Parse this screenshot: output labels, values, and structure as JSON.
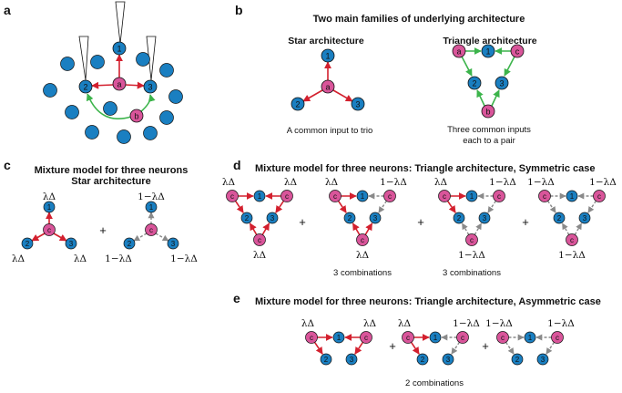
{
  "panels": {
    "a": {
      "label": "a",
      "nodes": {
        "n1": "1",
        "n2": "2",
        "n3": "3",
        "a": "a",
        "b": "b"
      }
    },
    "b": {
      "label": "b",
      "title": "Two main families of underlying architecture",
      "star": {
        "subtitle": "Star architecture",
        "caption": "A common input to trio",
        "nodes": {
          "n1": "1",
          "n2": "2",
          "n3": "3",
          "a": "a"
        }
      },
      "triangle": {
        "subtitle": "Triangle architecture",
        "caption_line1": "Three common inputs",
        "caption_line2": "each to a pair",
        "nodes": {
          "a": "a",
          "b": "b",
          "c": "c",
          "n1": "1",
          "n2": "2",
          "n3": "3"
        }
      }
    },
    "c": {
      "label": "c",
      "title_line1": "Mixture model for three neurons",
      "title_line2": "Star architecture",
      "plus": "+",
      "weights": {
        "on": "λΔ",
        "off": "1−λΔ"
      },
      "nodes": {
        "n1": "1",
        "n2": "2",
        "n3": "3",
        "c": "c"
      }
    },
    "d": {
      "label": "d",
      "title": "Mixture model for three neurons: Triangle architecture, Symmetric case",
      "plus": "+",
      "weights": {
        "on": "λΔ",
        "off": "1−λΔ"
      },
      "combos": "3 combinations",
      "nodes": {
        "n1": "1",
        "n2": "2",
        "n3": "3",
        "c": "c"
      }
    },
    "e": {
      "label": "e",
      "title": "Mixture model for three neurons: Triangle architecture, Asymmetric case",
      "plus": "+",
      "weights": {
        "on": "λΔ",
        "off": "1−λΔ"
      },
      "combos": "2 combinations",
      "nodes": {
        "n1": "1",
        "n2": "2",
        "n3": "3",
        "c": "c"
      }
    }
  },
  "colors": {
    "blue": "#1a7fc1",
    "pink": "#d9559a",
    "red": "#d3202e",
    "green": "#3cb44b",
    "gray": "#8a8a8a"
  }
}
